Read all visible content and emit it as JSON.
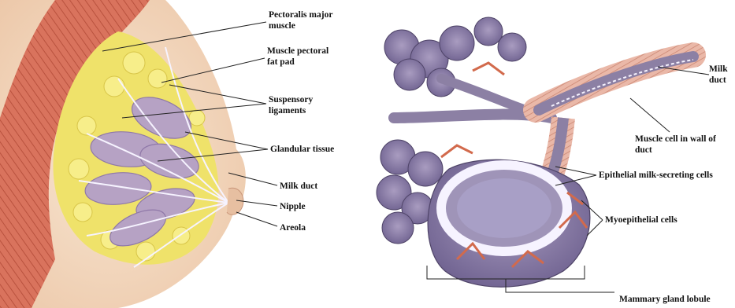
{
  "colors": {
    "skin": "#f4dcc4",
    "skin_shadow": "#e7bfa1",
    "muscle": "#d9735d",
    "fat": "#efe26a",
    "fat_lobe": "#f7ee8a",
    "gland": "#b6a2c4",
    "gland_dark": "#8f78a8",
    "duct_white": "#f6f3ff",
    "lobule": "#8c80a4",
    "lobule_dark": "#6c5f87",
    "myoepithelial": "#d26a4c",
    "leader": "#222222",
    "label": "#111111"
  },
  "labels": {
    "pectoralis": "Pectoralis major muscle",
    "fat_pad": "Muscle pectoral fat pad",
    "suspensory": "Suspensory ligaments",
    "glandular": "Glandular tissue",
    "milk_duct_left": "Milk duct",
    "nipple": "Nipple",
    "areola": "Areola",
    "milk_duct_right": "Milk duct",
    "muscle_cell": "Muscle cell in wall of duct",
    "epithelial": "Epithelial milk-secreting cells",
    "myoepithelial": "Myoepithelial cells",
    "lobule": "Mammary gland lobule"
  }
}
